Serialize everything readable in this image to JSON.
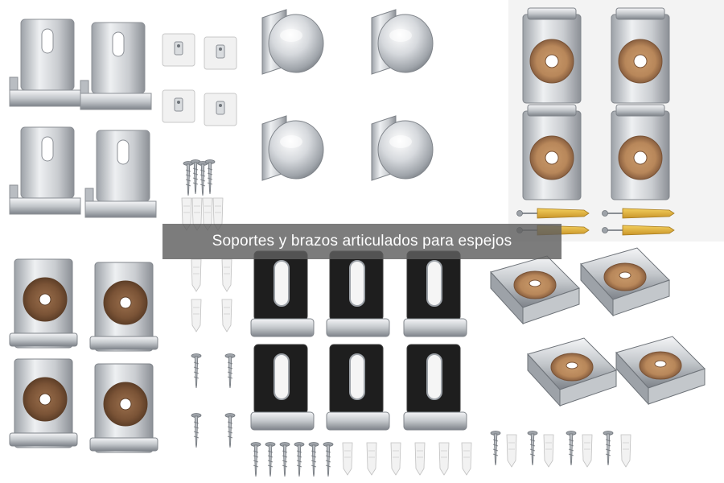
{
  "caption": {
    "text": "Soportes y brazos articulados para espejos"
  },
  "colors": {
    "background": "#ffffff",
    "steel_light": "#e6e8eb",
    "steel_dark": "#8c9096",
    "chrome_highlight": "#f7f8fa",
    "cork": "#b8875a",
    "cork_dark": "#7a5336",
    "foam_black": "#1e1e1e",
    "plastic_anchor": "#f2f2f2",
    "brass_anchor": "#e0b23a",
    "caption_bg": "#5f5f5f",
    "caption_text": "#ffffff"
  },
  "products": [
    {
      "id": "j-hook-brackets",
      "icon": "j-hook-bracket-icon"
    },
    {
      "id": "adhesive-pads",
      "icon": "adhesive-pad-icon"
    },
    {
      "id": "round-clips",
      "icon": "round-mirror-clip-icon"
    },
    {
      "id": "cork-clips-top-right",
      "icon": "cork-clip-icon"
    },
    {
      "id": "cork-clips-bottom-left",
      "icon": "cork-clip-icon"
    },
    {
      "id": "foam-slot-brackets",
      "icon": "foam-slot-bracket-icon"
    },
    {
      "id": "tilted-cork-clips",
      "icon": "tilted-cork-clip-icon"
    },
    {
      "id": "screws-and-anchors",
      "icon": "screw-anchor-icon"
    }
  ]
}
